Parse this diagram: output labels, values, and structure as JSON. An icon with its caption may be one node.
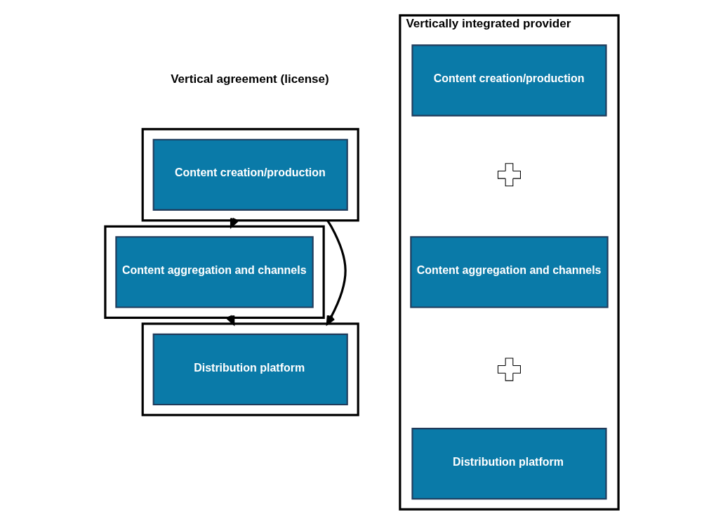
{
  "diagram": {
    "nodes": [
      {
        "text": [],
        "shape": "box"
      },
      {
        "text": [
          "Content creation/production"
        ],
        "in": 0
      },
      {
        "text": [],
        "shape": "box"
      },
      {
        "text": [
          "Content aggregation and channels"
        ],
        "in": 2
      },
      {
        "text": [],
        "shape": "box"
      },
      {
        "text": [
          "Distribution platform"
        ],
        "in": 4
      },
      {
        "text": [
          "Vertically integrated provider"
        ]
      },
      {
        "text": [
          "Content creation/production"
        ],
        "in": 6
      },
      {
        "text": [],
        "shape": "plus",
        "in": 6
      },
      {
        "text": [
          "Content aggregation and channels"
        ],
        "in": 6
      },
      {
        "text": [],
        "shape": "plus",
        "in": 6
      },
      {
        "text": [
          "Distribution platform"
        ],
        "in": 6
      }
    ],
    "edges": [
      {
        "from": 0,
        "to": 2,
        "arrow": "to"
      },
      {
        "from": 2,
        "to": 4,
        "arrow": "to"
      },
      {
        "from": 0,
        "to": 4,
        "arrow": "to"
      }
    ],
    "labels": [
      "Vertical agreement (license)"
    ]
  }
}
